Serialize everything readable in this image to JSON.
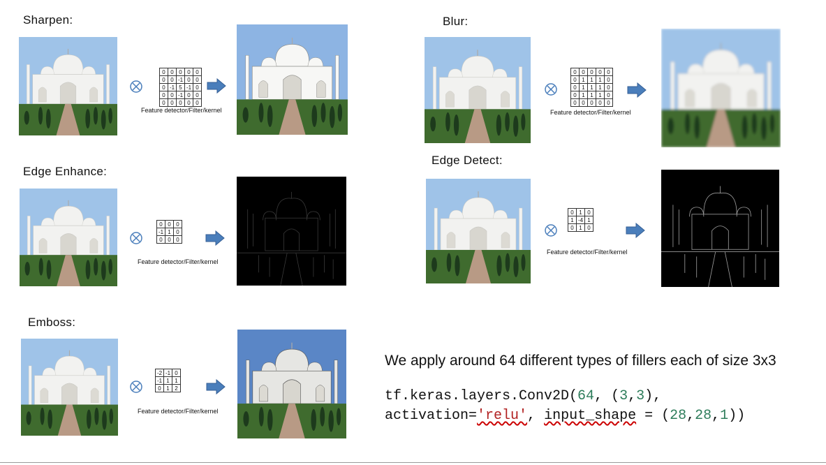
{
  "panels": [
    {
      "id": "sharpen",
      "title": "Sharpen:",
      "kernel": [
        [
          "0",
          "0",
          "0",
          "0",
          "0"
        ],
        [
          "0",
          "0",
          "-1",
          "0",
          "0"
        ],
        [
          "0",
          "-1",
          "5",
          "-1",
          "0"
        ],
        [
          "0",
          "0",
          "-1",
          "0",
          "0"
        ],
        [
          "0",
          "0",
          "0",
          "0",
          "0"
        ]
      ],
      "caption": "Feature detector/Filter/kernel",
      "output": "sharpened"
    },
    {
      "id": "blur",
      "title": "Blur:",
      "kernel": [
        [
          "0",
          "0",
          "0",
          "0",
          "0"
        ],
        [
          "0",
          "1",
          "1",
          "1",
          "0"
        ],
        [
          "0",
          "1",
          "1",
          "1",
          "0"
        ],
        [
          "0",
          "1",
          "1",
          "1",
          "0"
        ],
        [
          "0",
          "0",
          "0",
          "0",
          "0"
        ]
      ],
      "caption": "Feature detector/Filter/kernel",
      "output": "blurred"
    },
    {
      "id": "edge_enhance",
      "title": "Edge Enhance:",
      "kernel": [
        [
          "0",
          "0",
          "0"
        ],
        [
          "-1",
          "1",
          "0"
        ],
        [
          "0",
          "0",
          "0"
        ]
      ],
      "caption": "Feature detector/Filter/kernel",
      "output": "dark-edges"
    },
    {
      "id": "edge_detect",
      "title": "Edge Detect:",
      "kernel": [
        [
          "0",
          "1",
          "0"
        ],
        [
          "1",
          "-4",
          "1"
        ],
        [
          "0",
          "1",
          "0"
        ]
      ],
      "caption": "Feature detector/Filter/kernel",
      "output": "dark-edges-bright"
    },
    {
      "id": "emboss",
      "title": "Emboss:",
      "kernel": [
        [
          "-2",
          "-1",
          "0"
        ],
        [
          "-1",
          "1",
          "1"
        ],
        [
          "0",
          "1",
          "2"
        ]
      ],
      "caption": "Feature detector/Filter/kernel",
      "output": "embossed"
    }
  ],
  "operator_symbol": "⊗",
  "icons": {
    "operator": "circled-times-icon",
    "arrow": "right-arrow-icon"
  },
  "colors": {
    "arrow": "#4a7ebb",
    "sky": "#9fc3e8",
    "marble": "#f2f2f0",
    "lawn": "#3f6b2e",
    "path": "#b89a85"
  },
  "tagline": "We apply around 64 different types of fillers each of size 3x3",
  "code": {
    "line1": {
      "prefix": "tf.keras.layers.Conv2D(",
      "n64": "64",
      ", (": ", (",
      "n3a": "3",
      "comma": ",",
      "n3b": "3",
      "close": "),"
    },
    "line2": {
      "prefix": "activation=",
      "str": "'relu'",
      "mid": ", ",
      "kw": "input_shape",
      "eq": " = (",
      "n28a": "28",
      "c1": ",",
      "n28b": "28",
      "c2": ",",
      "n1": "1",
      "end": "))"
    }
  }
}
